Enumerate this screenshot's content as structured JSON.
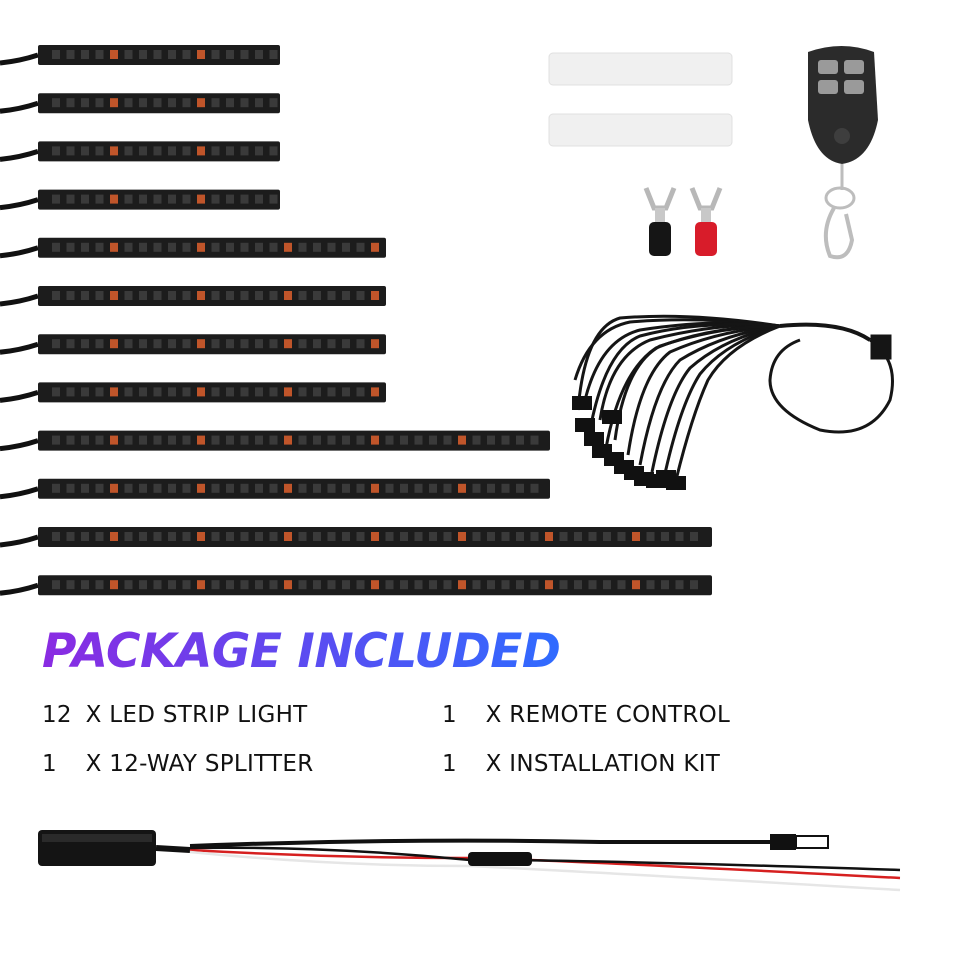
{
  "package": {
    "title": "PACKAGE INCLUDED",
    "gradient_start": "#8a2be2",
    "gradient_end": "#2f6bff",
    "items": [
      {
        "qty": "12",
        "label": "X LED STRIP LIGHT"
      },
      {
        "qty": "1",
        "label": "X 12-WAY SPLITTER"
      },
      {
        "qty": "1",
        "label": "X REMOTE CONTROL"
      },
      {
        "qty": "1",
        "label": "X INSTALLATION KIT"
      }
    ]
  },
  "product_photo": {
    "strip_count": 12,
    "strip_color": "#1c1c1c",
    "led_color": "#3a3a3a",
    "led_accent": "#c0552a",
    "remote_color": "#2b2b2b",
    "red_wire": "#d62020",
    "black_wire": "#111111"
  }
}
